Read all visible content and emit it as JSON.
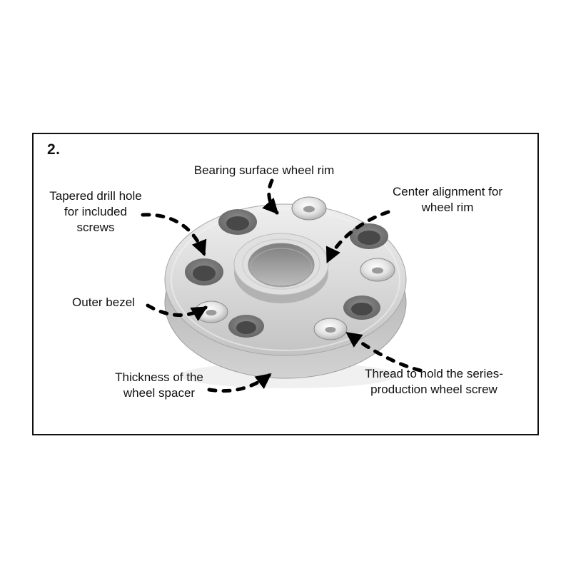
{
  "figure": {
    "number": "2.",
    "subject": "wheel-spacer-diagram"
  },
  "diagram": {
    "labels": {
      "bearing_surface": "Bearing surface wheel rim",
      "tapered_drill_hole": "Tapered drill hole\nfor included\nscrews",
      "center_alignment": "Center alignment for\nwheel rim",
      "outer_bezel": "Outer bezel",
      "thickness": "Thickness of the\nwheel spacer",
      "thread": "Thread to hold the series-\nproduction wheel screw"
    },
    "colors": {
      "border": "#111111",
      "text": "#111111",
      "arrow": "#000000",
      "disc_light": "#ececec",
      "disc_dark": "#bdbdbd",
      "hole_dark": "#5f5f5f",
      "insert_shiny": "#f5f5f5"
    }
  }
}
